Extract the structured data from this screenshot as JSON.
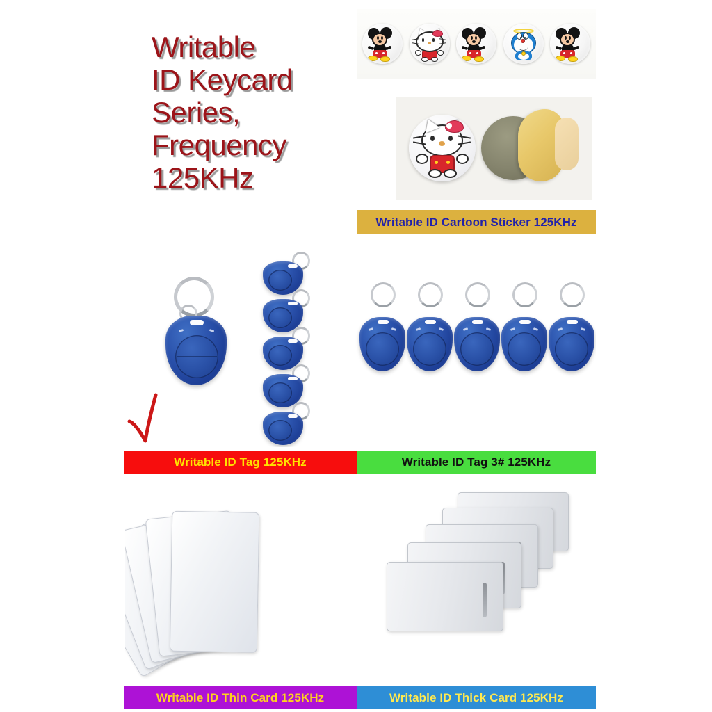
{
  "page": {
    "background_color": "#ffffff",
    "title_lines": [
      "Writable",
      "ID Keycard",
      "Series,",
      "Frequency",
      "125KHz"
    ],
    "title_color": "#9c1419"
  },
  "sections": [
    {
      "id": "cartoon-sticker",
      "banner_label": "Writable ID Cartoon Sticker 125KHz",
      "banner_bg": "#dcb13f",
      "banner_text_color": "#2222aa",
      "stickers": [
        {
          "character": "mickey-mouse"
        },
        {
          "character": "hello-kitty"
        },
        {
          "character": "mickey-mouse"
        },
        {
          "character": "doraemon"
        },
        {
          "character": "mickey-mouse"
        }
      ],
      "photo_caption_alt": "Hello Kitty round sticker beside its adhesive backing held by fingers"
    },
    {
      "id": "id-tag",
      "banner_label": "Writable ID Tag 125KHz",
      "banner_bg": "#f70d0d",
      "banner_text_color": "#ffe200",
      "item_color": "#2a51ab",
      "annotation": "red-check-mark",
      "annotation_color": "#cc1717",
      "fob_count_column": 5
    },
    {
      "id": "id-tag-3",
      "banner_label": "Writable ID Tag 3# 125KHz",
      "banner_bg": "#49dd3f",
      "banner_text_color": "#111111",
      "item_color": "#2a51ab",
      "fob_count": 5
    },
    {
      "id": "thin-card",
      "banner_label": "Writable ID Thin Card 125KHz",
      "banner_bg": "#ad12d6",
      "banner_text_color": "#ffd21e",
      "card_count": 5,
      "card_color": "#eef0f4"
    },
    {
      "id": "thick-card",
      "banner_label": "Writable ID Thick Card 125KHz",
      "banner_bg": "#2e8ed6",
      "banner_text_color": "#ffe94f",
      "card_count": 5,
      "card_color": "#e6e8ec"
    }
  ]
}
